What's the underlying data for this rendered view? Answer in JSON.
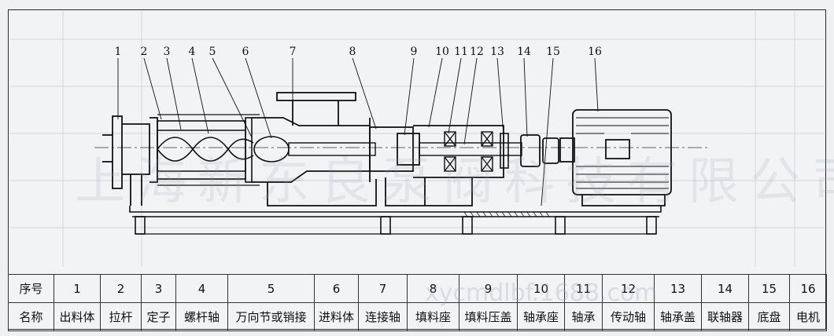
{
  "callouts": [
    "1",
    "2",
    "3",
    "4",
    "5",
    "6",
    "7",
    "8",
    "9",
    "10",
    "11",
    "12",
    "13",
    "14",
    "15",
    "16"
  ],
  "table": {
    "row1_header": "序号",
    "row2_header": "名称",
    "numbers": [
      "1",
      "2",
      "3",
      "4",
      "5",
      "6",
      "7",
      "8",
      "9",
      "10",
      "11",
      "12",
      "13",
      "14",
      "15",
      "16"
    ],
    "names": [
      "出料体",
      "拉杆",
      "定子",
      "螺杆轴",
      "万向节或销接",
      "进料体",
      "连接轴",
      "填料座",
      "填料压盖",
      "轴承座",
      "轴承",
      "传动轴",
      "轴承盖",
      "联轴器",
      "底盘",
      "电机"
    ]
  },
  "watermark": {
    "main": "上海新东良泵阀科技有限公司",
    "url": "xycmdlbf.1688.com"
  }
}
